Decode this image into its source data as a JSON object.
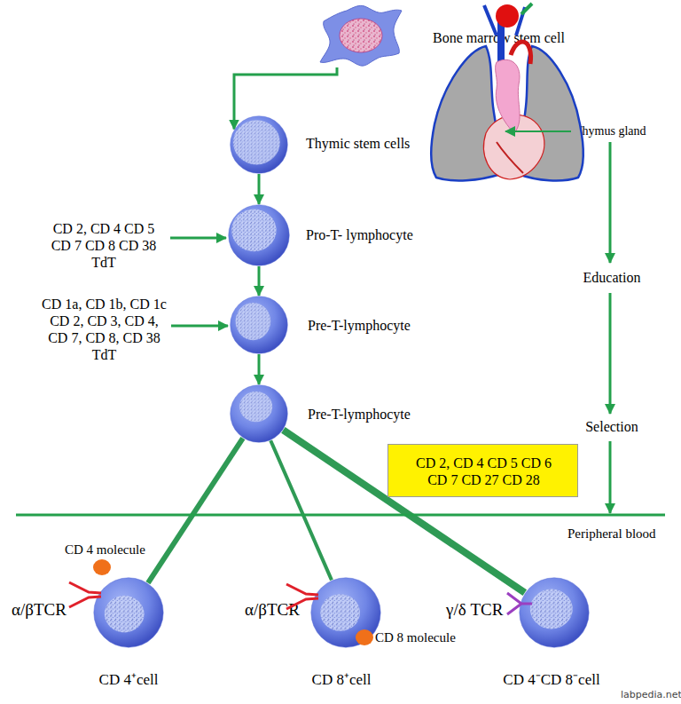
{
  "diagram": {
    "nodes": [
      {
        "text": [
          "Bone marrow stem cell"
        ]
      },
      {
        "text": [
          "Thymic stem cells"
        ]
      },
      {
        "text": [
          "Pro-T- lymphocyte"
        ]
      },
      {
        "text": [
          "Pre-T-lymphocyte"
        ]
      },
      {
        "text": [
          "Pre-T-lymphocyte"
        ]
      },
      {
        "text": [
          "CD 4 molecule",
          "α/βTCR",
          "CD 4⁺cell"
        ]
      },
      {
        "text": [
          "α/βTCR",
          "CD 8 molecule",
          "CD 8⁺cell"
        ]
      },
      {
        "text": [
          "γ/δ TCR",
          "CD 4⁻CD 8⁻cell"
        ]
      },
      {
        "text": [
          "CD 2, CD 4 CD 5 CD 6 CD 7 CD 27 CD 28"
        ]
      }
    ],
    "edges": [
      {
        "from": 0,
        "to": 1,
        "arrow": "to"
      },
      {
        "from": 1,
        "to": 2,
        "arrow": "to"
      },
      {
        "from": 2,
        "to": 3,
        "arrow": "to"
      },
      {
        "from": 3,
        "to": 4,
        "arrow": "to"
      },
      {
        "from": 4,
        "to": 5,
        "arrow": "none"
      },
      {
        "from": 4,
        "to": 6,
        "arrow": "none"
      },
      {
        "from": 4,
        "to": 7,
        "arrow": "none"
      }
    ],
    "labels": [
      "CD 2, CD 4 CD 5 CD 7 CD 8 CD 38 TdT",
      "CD 1a, CD 1b, CD 1c CD 2, CD 3, CD 4, CD 7, CD 8, CD 38 TdT",
      "Thymus gland",
      "Education",
      "Selection",
      "Peripheral blood",
      "labpedia.net"
    ]
  }
}
